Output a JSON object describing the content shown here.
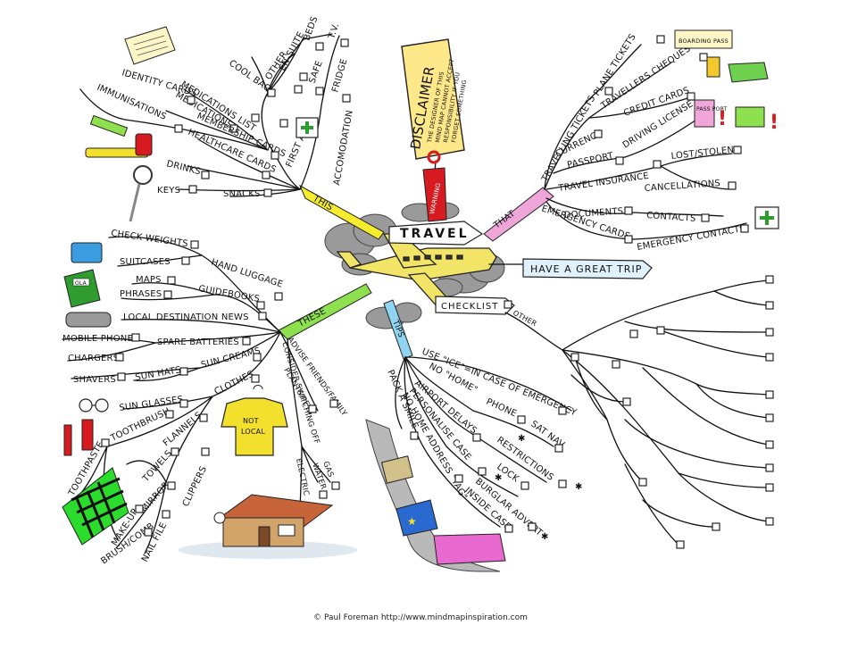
{
  "center": {
    "title": "TRAVEL"
  },
  "disclaimer": {
    "title": "DISCLAIMER",
    "lines": [
      "THE DESIGNER OF THIS",
      "MIND MAP CANNOT ACCEPT",
      "RESPONSIBILITY IF YOU",
      "FORGET SOMETHING"
    ],
    "tag": "WARNING"
  },
  "have_a_great_trip": "HAVE A GREAT TRIP",
  "checklist": "CHECKLIST",
  "branches": {
    "this": {
      "label": "THIS",
      "items": {
        "tv": "T.V.",
        "beds": "BEDS",
        "ensuite": "EN-SUITE",
        "safe": "SAFE",
        "fridge": "FRIDGE",
        "other": "OTHER",
        "accommodation": "ACCOMODATION",
        "cool_bag": "COOL BAG",
        "medications_list": "MEDICATIONS LIST",
        "medications": "MEDICATIONS",
        "first_aid": "FIRST AID",
        "identity_cards": "IDENTITY CARDS",
        "immunisations": "IMMUNISATIONS",
        "membership_cards": "MEMBERSHIP CARDS",
        "healthcare_cards": "HEALTHCARE CARDS",
        "drinks": "DRINKS",
        "keys": "KEYS",
        "snacks": "SNACKS"
      }
    },
    "that": {
      "label": "THAT",
      "items": {
        "plane_tickets": "PLANE TICKETS",
        "travelling_tickets": "TRAVELLING TICKETS",
        "travellers_cheques": "TRAVELLERS CHEQUES",
        "currency": "CURRENCY",
        "credit_cards": "CREDIT CARDS",
        "passport": "PASSPORT",
        "driving_license": "DRIVING LICENSE",
        "travel_insurance": "TRAVEL INSURANCE",
        "lost_stolen": "LOST/STOLEN",
        "cancellations": "CANCELLATIONS",
        "documents": "DOCUMENTS",
        "contacts": "CONTACTS",
        "emergency_cards": "EMERGENCY CARDS",
        "emergency_contacts": "EMERGENCY CONTACTS"
      }
    },
    "these": {
      "label": "THESE",
      "items": {
        "check_weights": "CHECK WEIGHTS",
        "suitcases": "SUITCASES",
        "hand_luggage": "HAND LUGGAGE",
        "maps": "MAPS",
        "phrases": "PHRASES",
        "guidebooks": "GUIDEBOOKS",
        "local_destination_news": "LOCAL DESTINATION NEWS",
        "mobile_phone": "MOBILE PHONE",
        "spare_batteries": "SPARE BATTERIES",
        "chargers": "CHARGERS",
        "shavers": "SHAVERS",
        "sun_hats": "SUN HATS",
        "sun_creams": "SUN CREAMS",
        "sun_glasses": "SUN GLASSES",
        "clothes": "CLOTHES",
        "toothbrush": "TOOTHBRUSH",
        "flannels": "FLANNELS",
        "toothpaste": "TOOTHPASTE",
        "towels": "TOWELS",
        "mirror": "MIRROR",
        "clippers": "CLIPPERS",
        "make_up": "MAKE-UP",
        "nail_file": "NAIL FILE",
        "brush_comb": "BRUSH/COMB",
        "advise_friends": "ADVISE FRIENDS/FAMILY",
        "consider_switching_off": "CONSIDER SWITCHING OFF",
        "plants_pets": "PLANTS/PETS",
        "electric": "ELECTRIC",
        "water": "WATER",
        "gas": "GAS"
      }
    },
    "tips": {
      "label": "TIPS",
      "items": {
        "use_ice": "USE \"ICE\"=IN CASE OF EMERGENCY",
        "no_home": "NO \"HOME\"",
        "phone": "PHONE",
        "sat_nav": "SAT NAV",
        "airport_delays": "AIRPORT DELAYS",
        "restrictions": "RESTRICTIONS",
        "personalise_case": "PERSONALISE CASE",
        "lock": "LOCK",
        "no_home_address": "NO HOME ADDRESS \"TAG\"",
        "burglar_advert": "BURGLAR ADVERT",
        "inside_case": "INSIDE CASE",
        "pack_a_smile": "PACK A SMILE"
      }
    },
    "other": {
      "label": "OTHER"
    }
  },
  "pictures": {
    "boarding_pass": "BOARDING PASS",
    "passport": "PASS PORT",
    "book": "OLA",
    "tshirt_line1": "NOT",
    "tshirt_line2": "LOCAL"
  },
  "credit": "© Paul Foreman http://www.mindmapinspiration.com",
  "colors": {
    "this": "#f4ec2c",
    "that": "#f0a6d8",
    "these": "#8ee04f",
    "tips": "#8fd5f2",
    "disclaimer": "#ffe88a",
    "red": "#d71a20",
    "cloud": "#9a9a9a",
    "plane": "#f2e466"
  }
}
